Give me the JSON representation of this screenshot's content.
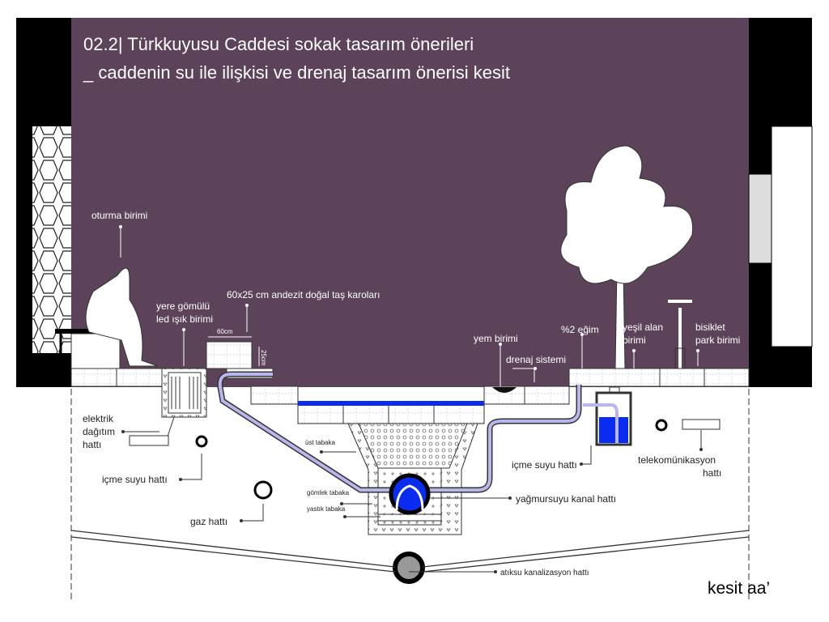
{
  "title": {
    "line1": "02.2| Türkkuyusu Caddesi sokak tasarım önerileri",
    "line2": "_ caddenin su ile ilişkisi ve drenaj tasarım önerisi kesit"
  },
  "labels": {
    "oturma": "oturma birimi",
    "led1": "yere gömülü",
    "led2": "led ışık birimi",
    "karo": "60x25 cm andezit doğal taş karoları",
    "dim_w": "60cm",
    "dim_h": "25cm",
    "yem": "yem birimi",
    "drenaj": "drenaj sistemi",
    "egim": "%2 eğim",
    "yesil1": "yeşil alan",
    "yesil2": "birimi",
    "bisiklet1": "bisiklet",
    "bisiklet2": "park birimi",
    "elektrik1": "elektrik",
    "elektrik2": "dağıtım",
    "elektrik3": "hattı",
    "icme_left": "içme suyu hattı",
    "gaz": "gaz hattı",
    "ust": "üst tabaka",
    "gomlek": "gömlek tabaka",
    "yastik": "yastık tabaka",
    "yagmur": "yağmursuyu kanal hattı",
    "icme_right": "içme suyu hattı",
    "telekom1": "telekomünikasyon",
    "telekom2": "hattı",
    "atiksu": "atıksu kanalizasyon hattı"
  },
  "caption": "kesit aa’",
  "colors": {
    "background": "#5c4359",
    "water": "#0a2bf0",
    "pipe": "#b9b6ee"
  }
}
